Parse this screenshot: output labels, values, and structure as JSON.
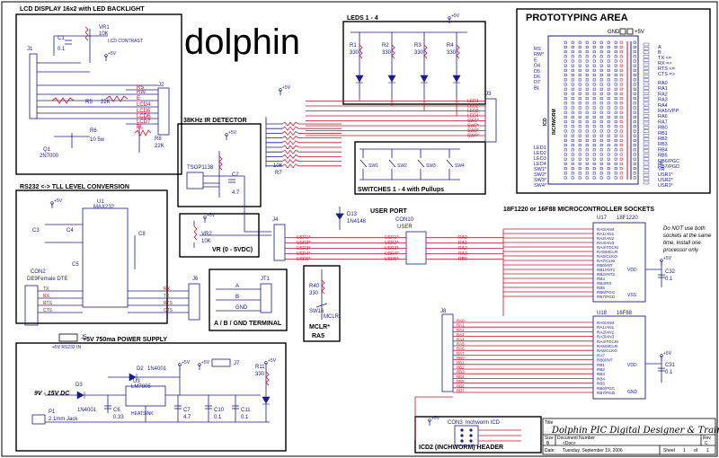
{
  "logo_text": "dolphin",
  "sections": {
    "lcd": "LCD DISPLAY 16x2 with LED BACKLIGHT",
    "leds": "LEDS 1 - 4",
    "prototyping": "PROTOTYPING AREA",
    "ir": "38KHz IR DETECTOR",
    "rs232": "RS232 <-> TLL LEVEL CONVERSION",
    "switches": "SWITCHES 1 - 4 with Pullups",
    "user_port": "USER PORT",
    "sockets": "18F1220 or 16F88 MICROCONTROLLER SOCKETS",
    "vr": "VR (0 - 5VDC)",
    "abg": "A / B / GND TERMINAL",
    "power": "+5V 750ma POWER SUPPLY",
    "icd2": "ICD2 (INCHWORM) HEADER",
    "mclr": "MCLR*",
    "ra5": "RA5"
  },
  "note": [
    "Do NOT use both",
    "sockets at the same",
    "time, install one",
    "processor only"
  ],
  "input_voltage": "9V - 15V DC",
  "parts": {
    "u17": "U17",
    "u17_part": "18F1220",
    "u18": "U18",
    "u18_part": "16F88",
    "u1": "U1",
    "u1_part": "MAX232",
    "u3": "U3",
    "u3_part": "LM7805",
    "q1": "Q1",
    "q1_part": "2N7000",
    "ir_part": "TSOP1138",
    "d13": "D13",
    "d13_part": "1N4148",
    "d2": "D2",
    "d2_part": "1N4001",
    "d3": "D3",
    "d3_part": "1N4001",
    "con2": "CON2",
    "con2_part": "DE9Female DTE",
    "con10": "CON10",
    "con10_part": "USER",
    "con3": "CON3",
    "con3_part": "Inchworm ICD",
    "vr2": "VR2",
    "vr2_val": "10K",
    "vr1": "VR1",
    "vr1_val": "10K",
    "lcd_contrast": "LCD CONTRAST",
    "p1": "P1",
    "p1_part": "2.1mm Jack",
    "heatsink": "HEATSINK"
  },
  "u17_pins": [
    "RA0/AN0",
    "RA1/AN1",
    "RA2/AN2",
    "RA3/AN3",
    "RA4/TOCKI",
    "RA5/MCLR",
    "RA6/CLKO",
    "RA7/CLKI",
    "RB0/INT",
    "RB1/INT1",
    "RB2/INT2",
    "RB3",
    "RB4/RX",
    "RB5",
    "RB6/PGC",
    "RB7/PGD"
  ],
  "u18_pins": [
    "RA0/AN0",
    "RA1/AN1",
    "RA2/AN2",
    "RA3/AN3",
    "RA4/TOCKI",
    "RA5/MCLR",
    "RA6/CLKO",
    "RA7",
    "RB0/INT",
    "RB1",
    "RB2",
    "RB3",
    "RB4",
    "RB5",
    "RB6/PGC",
    "RB7/PGD"
  ],
  "u17_right": [
    "VDD",
    "VSS"
  ],
  "u18_right": [
    "VDD",
    "GND"
  ],
  "proto_left": [
    "RS",
    "RW*",
    "E",
    "D4",
    "D5",
    "D6",
    "D7",
    "BL"
  ],
  "proto_right_top": [
    "A",
    "B",
    "TX <=",
    "RX =>",
    "RTS <=",
    "CTS =>"
  ],
  "proto_right": [
    "RA0",
    "RA1",
    "RA2",
    "RA3",
    "RA4",
    "RA5/VPP",
    "RA6",
    "RA7",
    "RB0",
    "RB1",
    "RB2",
    "RB3",
    "RB4",
    "RB5",
    "RB6/PGC",
    "RB7/PGD"
  ],
  "proto_bottom_left": [
    "LED1",
    "LED2",
    "LED3",
    "LED4",
    "SW1*",
    "SW2*",
    "SW3*",
    "SW4*"
  ],
  "proto_bottom_right": [
    "IR",
    "VR",
    "USR1*",
    "USR2*",
    "USR3*"
  ],
  "proto_inch": "INCHWORM",
  "proto_icd": "ICD",
  "gnd_label": "GND",
  "plus5": "+5V",
  "lcd_nets": [
    "RS",
    "RW",
    "E",
    "LCD4",
    "LCD5",
    "LCD6",
    "LCD7",
    "BL"
  ],
  "led_nets": [
    "LED1",
    "LED2",
    "LED3",
    "LED4",
    "SW1*",
    "SW2*",
    "SW3*",
    "SW4*"
  ],
  "user_nets": [
    "USR1*",
    "USR2*",
    "USR3*",
    "USR4*",
    "USR5*"
  ],
  "user_right": [
    "RA0",
    "RA1",
    "RA2",
    "RA3",
    "RB0"
  ],
  "rs232_nets": [
    "TX",
    "RX",
    "RTS",
    "CTS"
  ],
  "rs232_right": [
    "RX",
    "TX",
    "RTS",
    "CTS"
  ],
  "terminal": [
    "A",
    "B",
    "GND"
  ],
  "resistors": {
    "r1": "R1",
    "r2": "R2",
    "r3": "R3",
    "r4": "R4",
    "rval": "330",
    "r5": "R5",
    "r5v": "22K",
    "r6": "R6",
    "r6v": "10 5w",
    "r8": "R8",
    "r8v": "22K",
    "r40": "R40",
    "r40v": "330",
    "r7": "R7",
    "r7v": "10K",
    "r11": "R11",
    "r11v": "330"
  },
  "caps": {
    "c1": "C1",
    "c1v": "0.1",
    "c2": "C2",
    "c2v": "4.7",
    "c3": "C3",
    "c4": "C4",
    "c5": "C5",
    "c8": "C8",
    "c6": "C6",
    "c6v": "0.33",
    "c7": "C7",
    "c7v": "4.7",
    "c10": "C10",
    "c10v": "0.1",
    "c11": "C11",
    "c11v": "0.1",
    "c31": "C31",
    "c31v": "0.1",
    "c32": "C32",
    "c32v": "0.1"
  },
  "jumpers": {
    "j1": "J1",
    "j2": "J2",
    "j3": "J3",
    "j4": "J4",
    "j5": "J5",
    "j6": "J6",
    "j7": "J7",
    "j8": "J8",
    "jt1": "JT1"
  },
  "sw16": "SW16",
  "sw16_lbl": "MCLR",
  "j5_label": "+5V RS232 IN",
  "title_block": {
    "title_label": "Title",
    "title": "Dolphin PIC Digital Designer & Trainer",
    "size_label": "Size",
    "size": "B",
    "doc_label": "Document Number",
    "doc": "<Doc>",
    "rev_label": "Rev",
    "rev": "C",
    "date_label": "Date:",
    "date": "Tuesday, September 19, 2006",
    "sheet_label": "Sheet",
    "sheet": "1",
    "of_label": "of",
    "of": "1"
  }
}
